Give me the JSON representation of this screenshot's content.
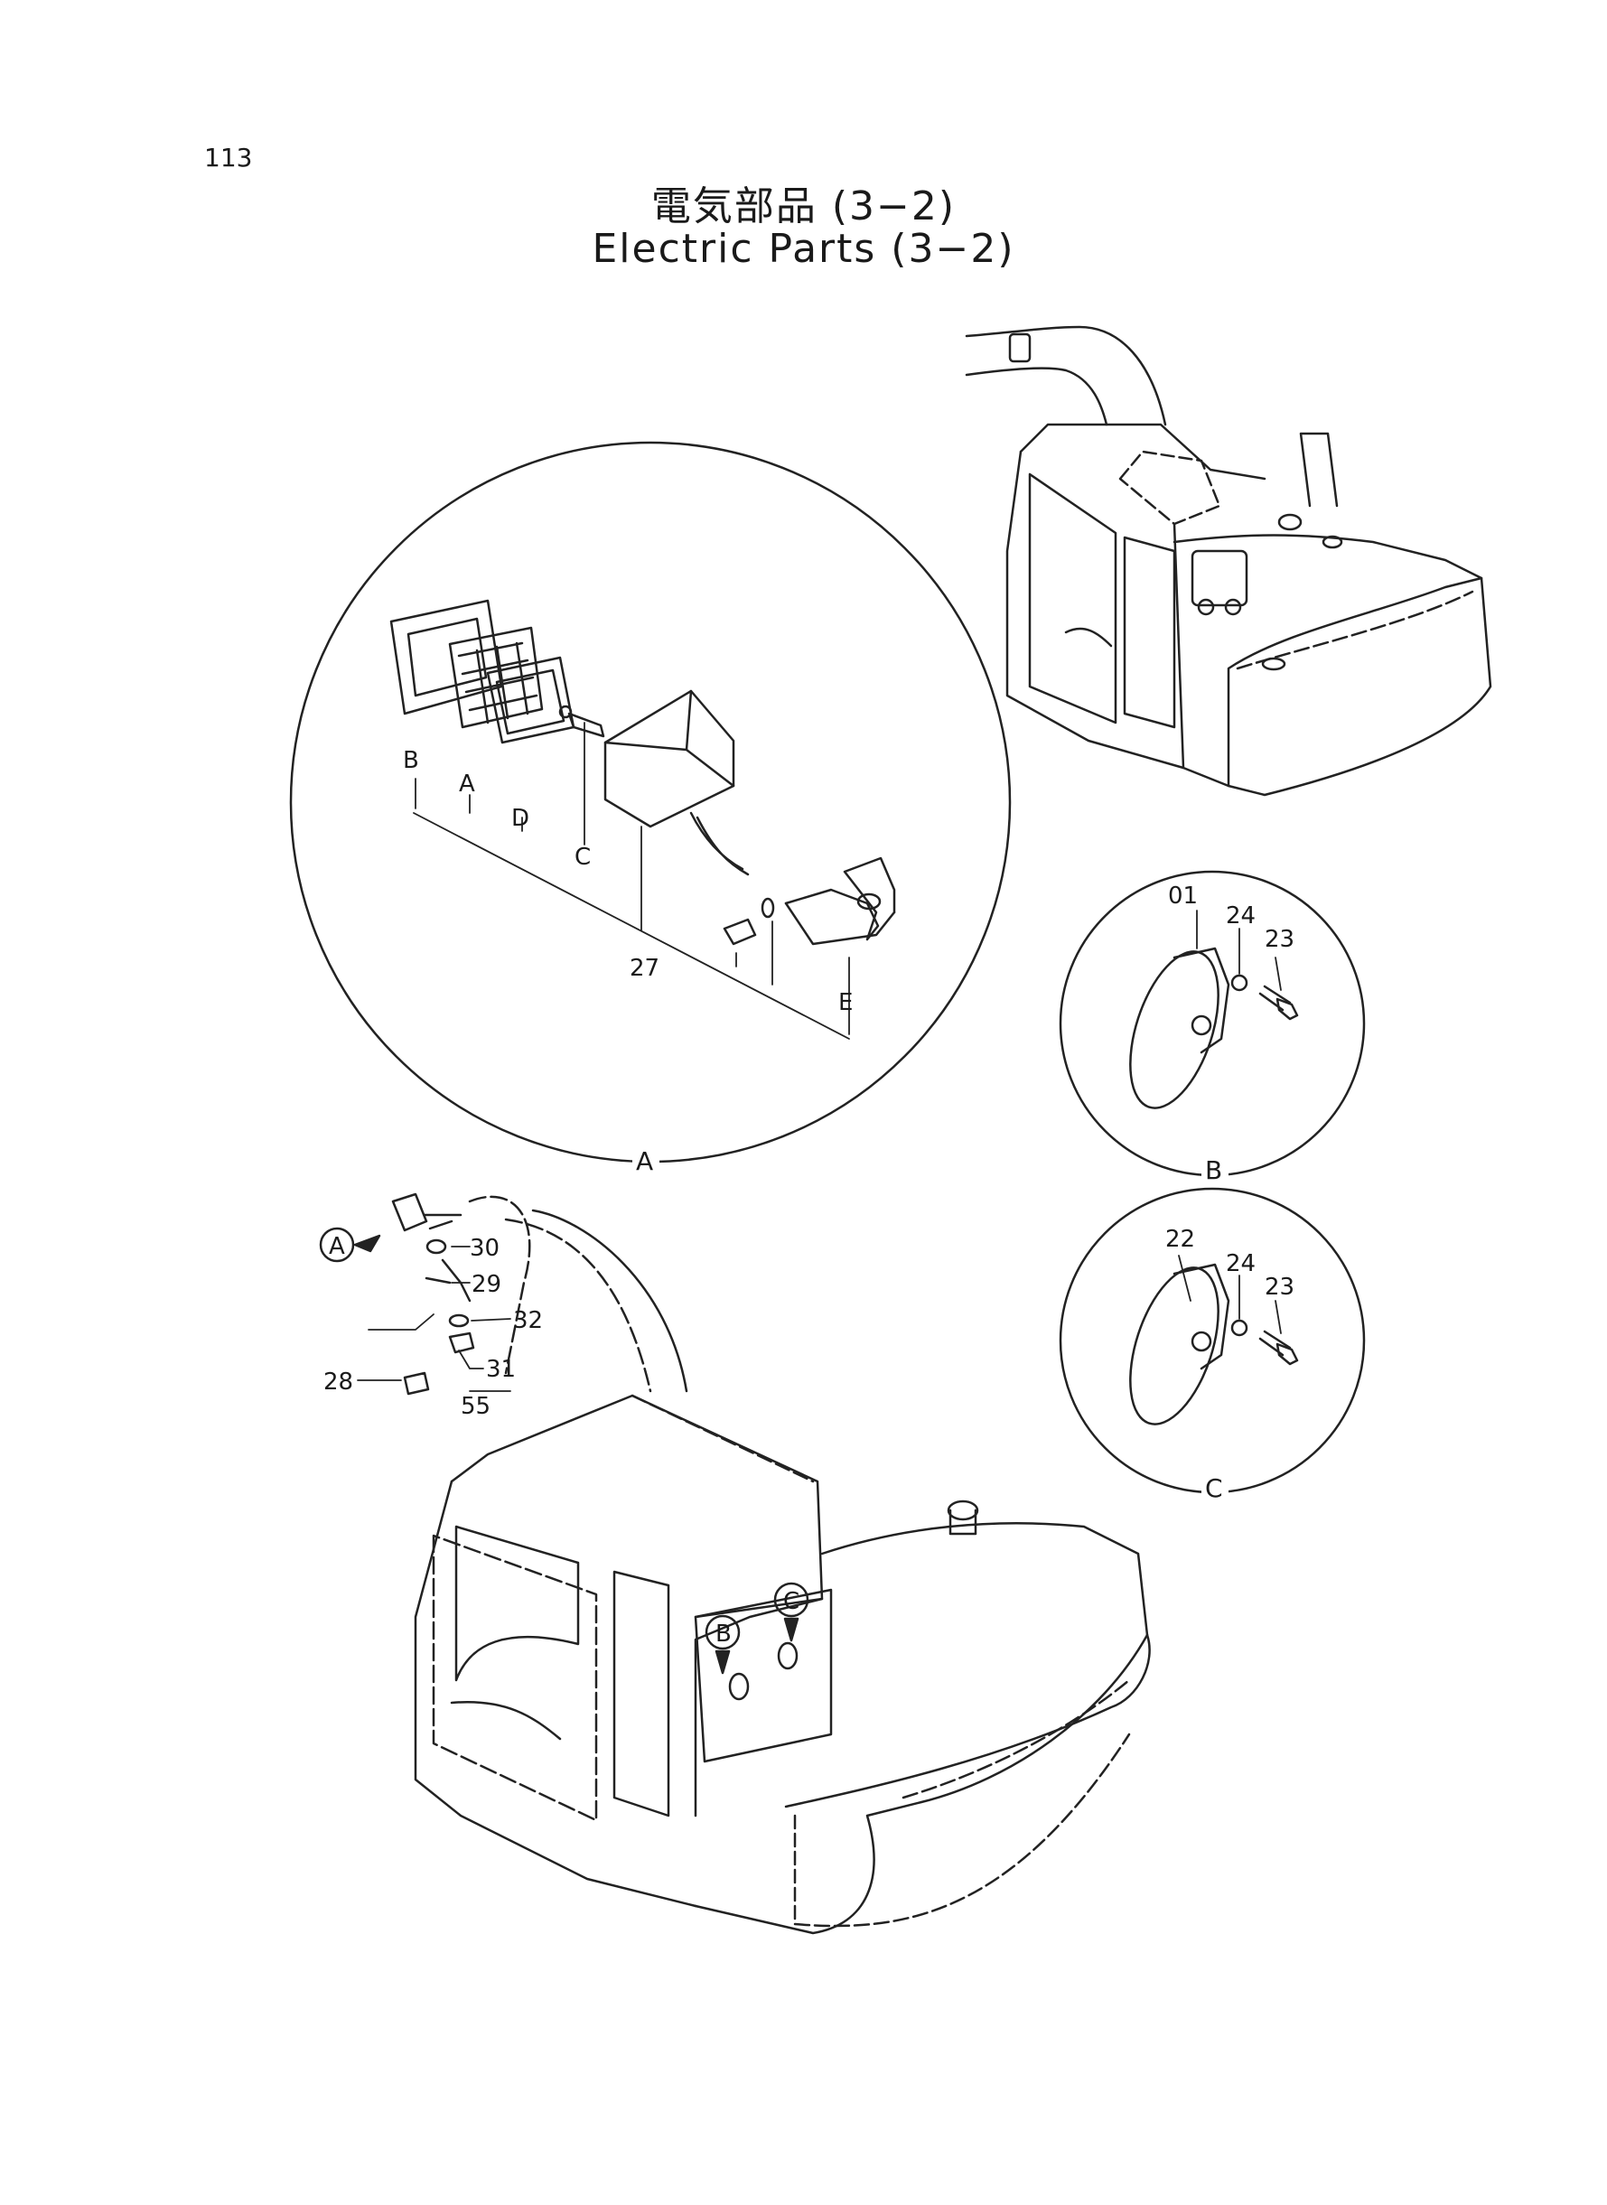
{
  "page": {
    "number": "113",
    "title_jp": "電気部品 (3−2)",
    "title_en": "Electric Parts (3−2)"
  },
  "detail_a": {
    "label": "A",
    "callouts": [
      "B",
      "A",
      "D",
      "C",
      "27",
      "E"
    ]
  },
  "detail_b": {
    "label": "B",
    "callouts": [
      "01",
      "24",
      "23"
    ]
  },
  "detail_c": {
    "label": "C",
    "callouts": [
      "22",
      "24",
      "23"
    ]
  },
  "main_view": {
    "ref_a": "A",
    "ref_b": "B",
    "ref_c": "C",
    "callouts": [
      "30",
      "29",
      "32",
      "28",
      "31",
      "55"
    ]
  }
}
